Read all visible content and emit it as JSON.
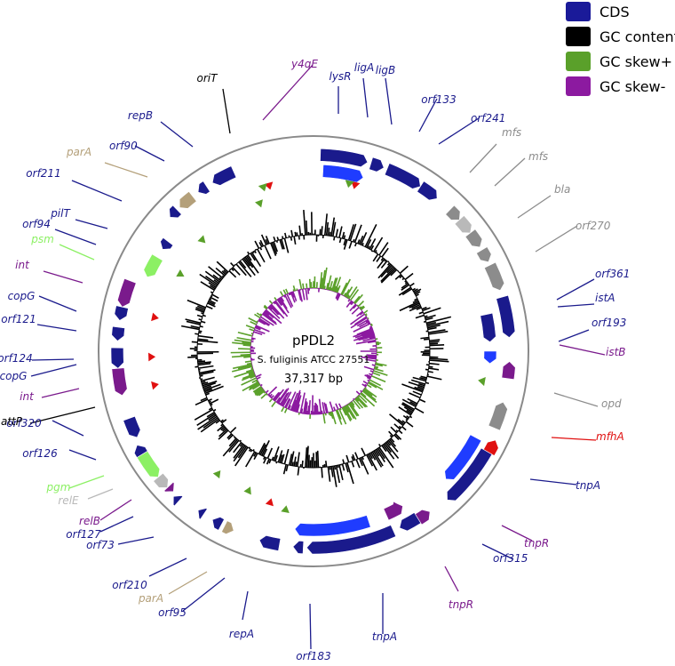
{
  "colors": {
    "cds_dark": "#1a1a8c",
    "cds_blue": "#1f3cff",
    "gray": "#8c8c8c",
    "lightgray": "#b9b9b9",
    "tan": "#b4a07a",
    "lightgreen": "#8cf064",
    "purple": "#7a1a8c",
    "red": "#e01010",
    "gc_content": "#000000",
    "gc_skew_pos": "#5aa02a",
    "gc_skew_neg": "#8c1aa0",
    "ring": "#8a8a8a"
  },
  "legend": [
    {
      "label": "CDS",
      "color": "#1a1a99"
    },
    {
      "label": "GC content",
      "color": "#000000"
    },
    {
      "label": "GC skew+",
      "color": "#5aa02a"
    },
    {
      "label": "GC skew-",
      "color": "#8c1aa0"
    }
  ],
  "center": {
    "name": "pPDL2",
    "host": "S. fuliginis ATCC 27551",
    "size": "37,317 bp"
  },
  "labels": [
    {
      "text": "y4qE",
      "color": "#7a1a8c"
    },
    {
      "text": "lysR",
      "color": "#1a1a8c"
    },
    {
      "text": "ligA",
      "color": "#1a1a8c"
    },
    {
      "text": "ligB",
      "color": "#1a1a8c"
    },
    {
      "text": "orf133",
      "color": "#1a1a8c"
    },
    {
      "text": "orf241",
      "color": "#1a1a8c"
    },
    {
      "text": "mfs",
      "color": "#8c8c8c"
    },
    {
      "text": "mfs",
      "color": "#8c8c8c"
    },
    {
      "text": "bla",
      "color": "#8c8c8c"
    },
    {
      "text": "orf270",
      "color": "#8c8c8c"
    },
    {
      "text": "orf361",
      "color": "#1a1a8c"
    },
    {
      "text": "istA",
      "color": "#1a1a8c"
    },
    {
      "text": "orf193",
      "color": "#1a1a8c"
    },
    {
      "text": "istB",
      "color": "#7a1a8c"
    },
    {
      "text": "opd",
      "color": "#8c8c8c"
    },
    {
      "text": "mfhA",
      "color": "#e01010"
    },
    {
      "text": "tnpA",
      "color": "#1a1a8c"
    },
    {
      "text": "tnpR",
      "color": "#7a1a8c"
    },
    {
      "text": "orf315",
      "color": "#1a1a8c"
    },
    {
      "text": "tnpR",
      "color": "#7a1a8c"
    },
    {
      "text": "tnpA",
      "color": "#1a1a8c"
    },
    {
      "text": "orf183",
      "color": "#1a1a8c"
    },
    {
      "text": "repA",
      "color": "#1a1a8c"
    },
    {
      "text": "orf95",
      "color": "#1a1a8c"
    },
    {
      "text": "parA",
      "color": "#b4a07a"
    },
    {
      "text": "orf210",
      "color": "#1a1a8c"
    },
    {
      "text": "orf73",
      "color": "#1a1a8c"
    },
    {
      "text": "orf127",
      "color": "#1a1a8c"
    },
    {
      "text": "relB",
      "color": "#7a1a8c"
    },
    {
      "text": "relE",
      "color": "#b9b9b9"
    },
    {
      "text": "pgm",
      "color": "#8cf064"
    },
    {
      "text": "orf126",
      "color": "#1a1a8c"
    },
    {
      "text": "orf320",
      "color": "#1a1a8c"
    },
    {
      "text": "attP",
      "color": "#000000"
    },
    {
      "text": "int",
      "color": "#7a1a8c"
    },
    {
      "text": "copG",
      "color": "#1a1a8c"
    },
    {
      "text": "orf124",
      "color": "#1a1a8c"
    },
    {
      "text": "orf121",
      "color": "#1a1a8c"
    },
    {
      "text": "copG",
      "color": "#1a1a8c"
    },
    {
      "text": "int",
      "color": "#7a1a8c"
    },
    {
      "text": "psm",
      "color": "#8cf064"
    },
    {
      "text": "orf94",
      "color": "#1a1a8c"
    },
    {
      "text": "pilT",
      "color": "#1a1a8c"
    },
    {
      "text": "orf211",
      "color": "#1a1a8c"
    },
    {
      "text": "parA",
      "color": "#b4a07a"
    },
    {
      "text": "orf90",
      "color": "#1a1a8c"
    },
    {
      "text": "repB",
      "color": "#1a1a8c"
    },
    {
      "text": "oriT",
      "color": "#000000"
    }
  ]
}
